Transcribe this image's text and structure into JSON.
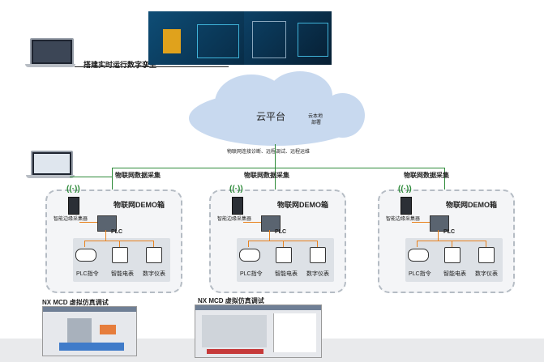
{
  "top": {
    "caption": "搭建实时运行数字孪生"
  },
  "cloud": {
    "title": "云平台",
    "subtitle_line1": "云本地",
    "subtitle_line2": "部署"
  },
  "cloud_link_label": "物联网连接诊断、远程调试、远程运维",
  "boxes": [
    {
      "iot_label": "物联网数据采集",
      "title": "物联网DEMO箱",
      "gateway_label": "智能边缘采集器",
      "plc_label": "PLC",
      "devices": [
        "PLC指令",
        "智能电表",
        "数字仪表"
      ],
      "mcd_caption": "NX MCD 虚拟仿真调试"
    },
    {
      "iot_label": "物联网数据采集",
      "title": "物联网DEMO箱",
      "gateway_label": "智能边缘采集器",
      "plc_label": "PLC",
      "devices": [
        "PLC指令",
        "智能电表",
        "数字仪表"
      ],
      "mcd_caption": "NX MCD 虚拟仿真调试"
    },
    {
      "iot_label": "物联网数据采集",
      "title": "物联网DEMO箱",
      "gateway_label": "智能边缘采集器",
      "plc_label": "PLC",
      "devices": [
        "PLC指令",
        "智能电表",
        "数字仪表"
      ]
    }
  ],
  "colors": {
    "wire_green": "#2e8b3a",
    "wire_orange": "#e8821e",
    "cloud": "#c8d9ef"
  }
}
